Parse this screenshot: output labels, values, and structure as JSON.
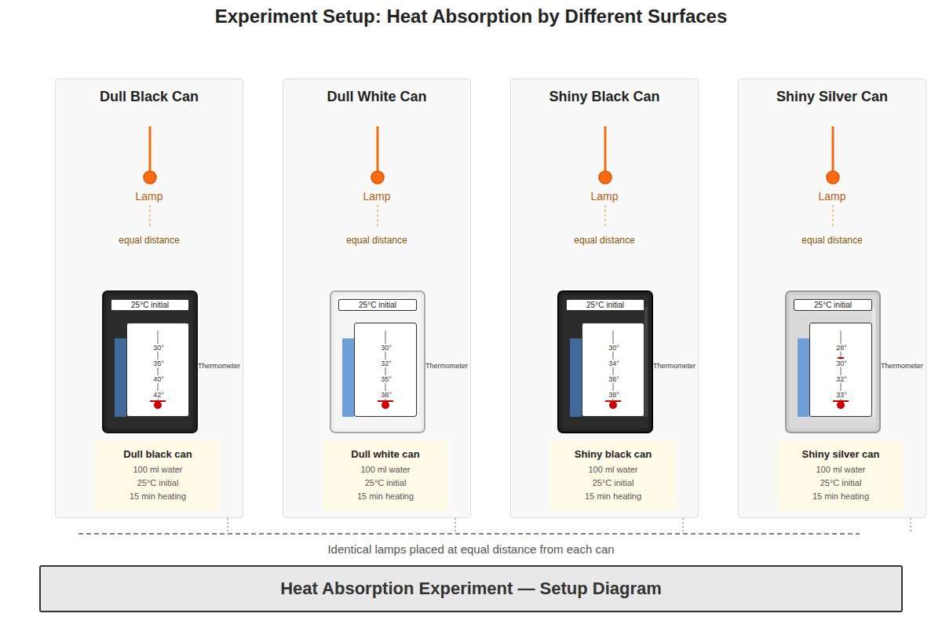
{
  "diagram": {
    "title": "Experiment Setup: Heat Absorption by Different Surfaces",
    "nodes": [
      {
        "text": [
          "Dull Black Can"
        ]
      },
      {
        "text": [
          "25°C initial"
        ],
        "in": 0
      },
      {
        "text": [
          "30°",
          "35°",
          "40°",
          "42°"
        ],
        "in": 0
      },
      {
        "text": [
          "Dull black can",
          "100 ml water",
          "25°C initial",
          "15 min heating"
        ],
        "in": 0
      },
      {
        "text": [
          "Dull White Can"
        ]
      },
      {
        "text": [
          "25°C initial"
        ],
        "in": 4
      },
      {
        "text": [
          "30°",
          "32°",
          "35°",
          "36°"
        ],
        "in": 4
      },
      {
        "text": [
          "Dull white can",
          "100 ml water",
          "25°C initial",
          "15 min heating"
        ],
        "in": 4
      },
      {
        "text": [
          "Shiny Black Can"
        ]
      },
      {
        "text": [
          "25°C initial"
        ],
        "in": 8
      },
      {
        "text": [
          "30°",
          "34°",
          "36°",
          "38°"
        ],
        "in": 8
      },
      {
        "text": [
          "Shiny black can",
          "100 ml water",
          "25°C initial",
          "15 min heating"
        ],
        "in": 8
      },
      {
        "text": [
          "Shiny Silver Can"
        ]
      },
      {
        "text": [
          "25°C initial"
        ],
        "in": 12
      },
      {
        "text": [
          "28°",
          "30°",
          "32°",
          "33°"
        ],
        "in": 12
      },
      {
        "text": [
          "Shiny silver can",
          "100 ml water",
          "25°C initial",
          "15 min heating"
        ],
        "in": 12
      },
      {
        "text": [
          "Heat Absorption Experiment — Setup Diagram"
        ]
      }
    ],
    "labels": [
      "Lamp",
      "equal distance",
      "Thermometer",
      "Lamp",
      "equal distance",
      "Thermometer",
      "Lamp",
      "equal distance",
      "Thermometer",
      "Lamp",
      "equal distance",
      "Thermometer",
      "Identical lamps placed at equal distance from each can"
    ]
  }
}
